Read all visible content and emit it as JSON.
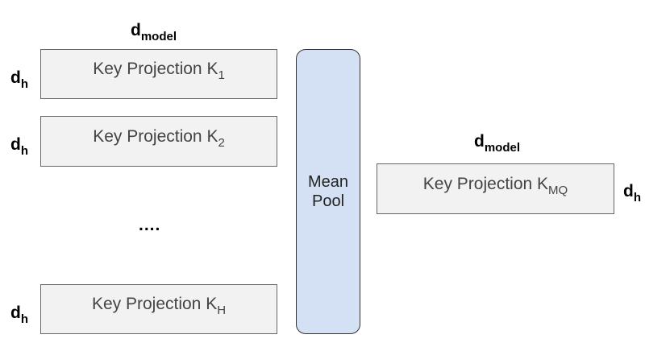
{
  "header_dim": {
    "main": "d",
    "sub": "model"
  },
  "left_rows": [
    {
      "dim": {
        "main": "d",
        "sub": "h"
      },
      "label": "Key Projection K",
      "sub": "1"
    },
    {
      "dim": {
        "main": "d",
        "sub": "h"
      },
      "label": "Key Projection K",
      "sub": "2"
    },
    {
      "dim": {
        "main": "d",
        "sub": "h"
      },
      "label": "Key Projection K",
      "sub": "H"
    }
  ],
  "ellipsis": "....",
  "mean_pool": {
    "line1": "Mean",
    "line2": "Pool"
  },
  "right": {
    "dim_top": {
      "main": "d",
      "sub": "model"
    },
    "label": "Key Projection K",
    "sub": "MQ",
    "dim_side": {
      "main": "d",
      "sub": "h"
    }
  }
}
